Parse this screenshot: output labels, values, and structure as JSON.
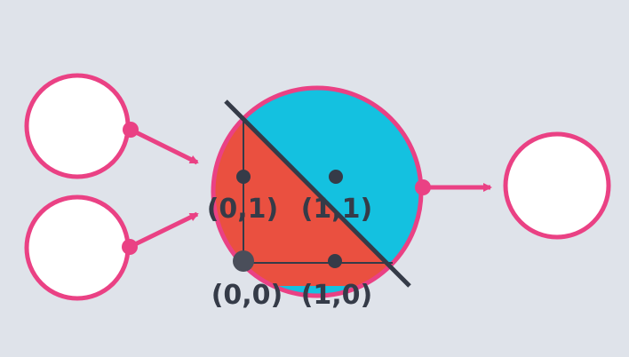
{
  "colors": {
    "background": "#dfe3ea",
    "node_border": "#ea4184",
    "node_fill": "#ffffff",
    "region_one": "#14c1e0",
    "region_zero": "#ea5040",
    "boundary_line": "#353b48",
    "axes": "#353b48",
    "points": "#353b48",
    "point_origin": "#4a4e5a",
    "arrow": "#ea4184"
  },
  "diagram": {
    "input_nodes": [
      "input-node-1",
      "input-node-2"
    ],
    "output_node": "output-node",
    "points": [
      {
        "id": "point-0-0",
        "label": "(0,0)"
      },
      {
        "id": "point-0-1",
        "label": "(0,1)"
      },
      {
        "id": "point-1-0",
        "label": "(1,0)"
      },
      {
        "id": "point-1-1",
        "label": "(1,1)"
      }
    ]
  }
}
